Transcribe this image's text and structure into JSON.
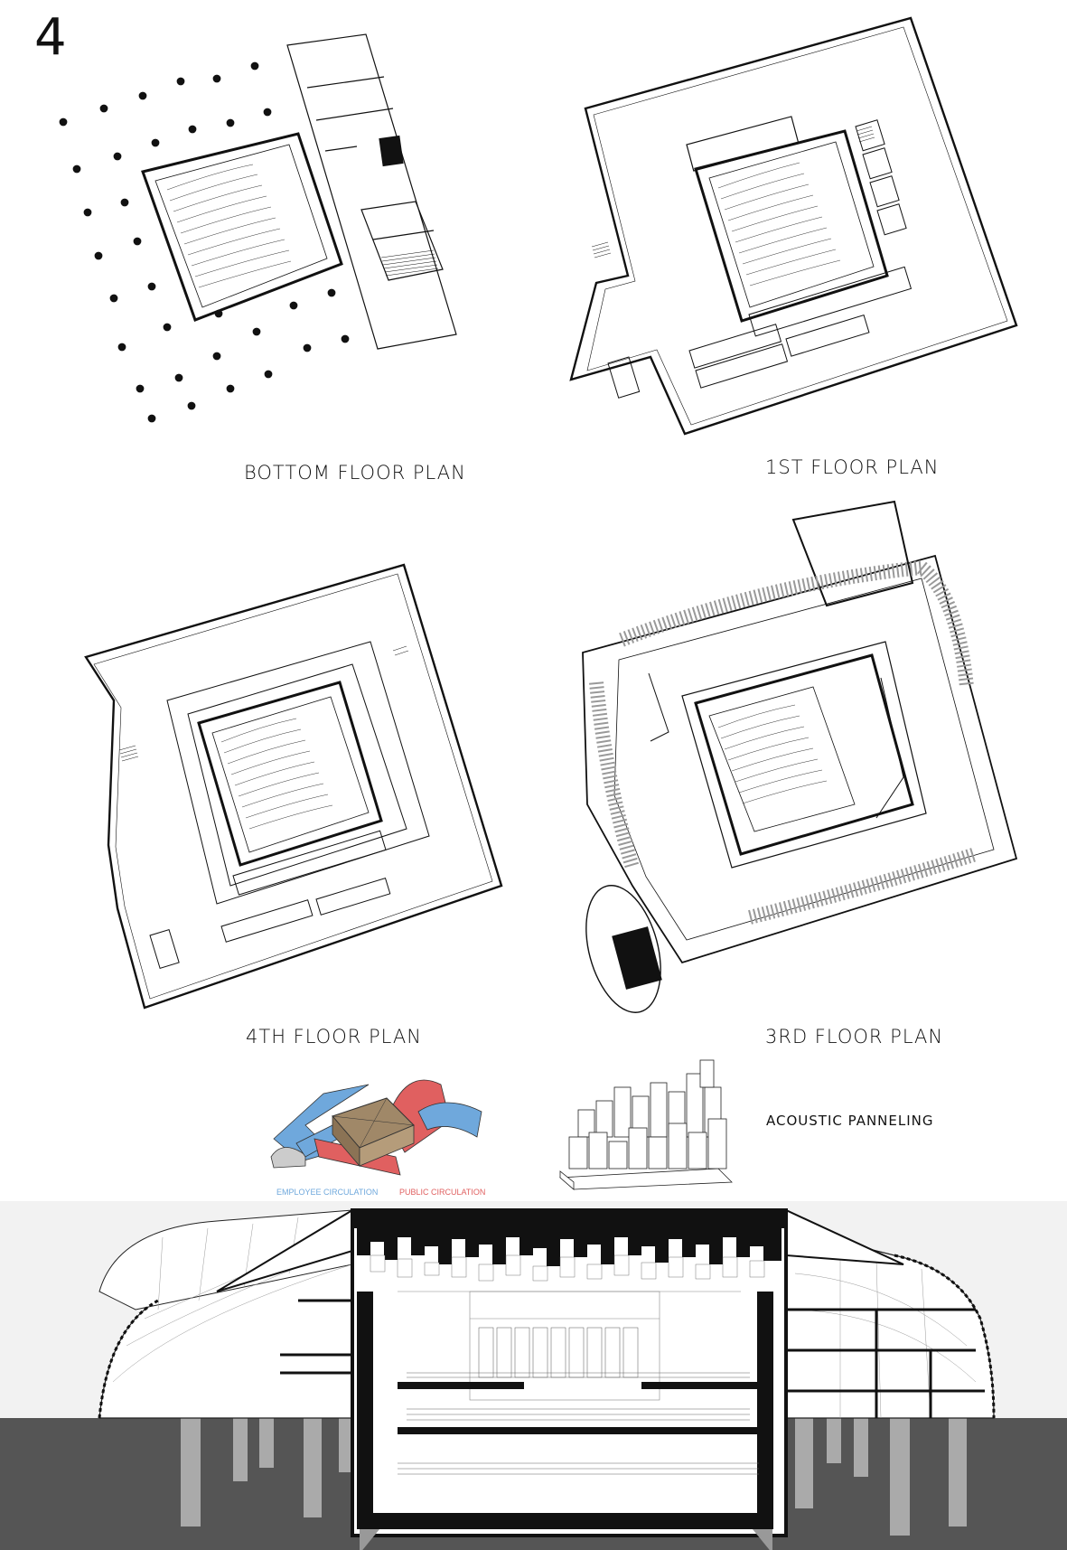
{
  "sheet": {
    "number": "4"
  },
  "plans": {
    "bottom": {
      "label": "BOTTOM FLOOR PLAN"
    },
    "first": {
      "label": "1ST FLOOR PLAN"
    },
    "fourth": {
      "label": "4TH FLOOR PLAN"
    },
    "third": {
      "label": "3RD FLOOR PLAN"
    }
  },
  "diagram": {
    "employee_circulation": "EMPLOYEE CIRCULATION",
    "public_circulation": "PUBLIC CIRCULATION",
    "employee_color": "#6fa8dc",
    "public_color": "#e06060",
    "core_color": "#a08868"
  },
  "acoustic": {
    "label": "ACOUSTIC PANNELING"
  },
  "section": {
    "ground_color": "#555555",
    "sky_color": "#f2f2f2"
  }
}
